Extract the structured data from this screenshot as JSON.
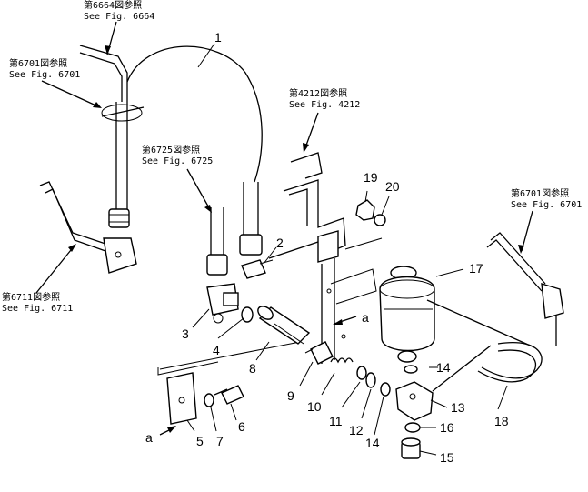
{
  "refs": {
    "r6664": {
      "jp": "第6664図参照",
      "en": "See Fig. 6664"
    },
    "r6701a": {
      "jp": "第6701図参照",
      "en": "See Fig. 6701"
    },
    "r6725": {
      "jp": "第6725図参照",
      "en": "See Fig. 6725"
    },
    "r4212": {
      "jp": "第4212図参照",
      "en": "See Fig. 4212"
    },
    "r6701b": {
      "jp": "第6701図参照",
      "en": "See Fig. 6701"
    },
    "r6711": {
      "jp": "第6711図参照",
      "en": "See Fig. 6711"
    }
  },
  "parts": {
    "p1": "1",
    "p2": "2",
    "p3": "3",
    "p4": "4",
    "p5": "5",
    "p6": "6",
    "p7": "7",
    "p8": "8",
    "p9": "9",
    "p10": "10",
    "p11": "11",
    "p12": "12",
    "p13": "13",
    "p14a": "14",
    "p14b": "14",
    "p15": "15",
    "p16": "16",
    "p17": "17",
    "p18": "18",
    "p19": "19",
    "p20": "20"
  },
  "markers": {
    "a_upper": "a",
    "a_lower": "a"
  }
}
